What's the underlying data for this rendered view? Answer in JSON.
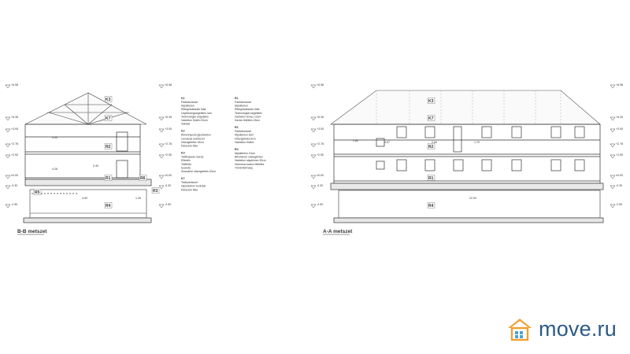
{
  "sections": {
    "bb": {
      "title": "B-B metszet",
      "levels": [
        "+6.58",
        "+5.35",
        "+3.05",
        "+2.78",
        "+2.50",
        "±0.00",
        "-0.30",
        "-2.50"
      ],
      "rooms": [
        "K3",
        "K7",
        "R2",
        "R1",
        "R3",
        "R4",
        "R5",
        "R6"
      ],
      "dims": [
        "4.00",
        "4.50",
        "1.30",
        "2.40",
        "4.28"
      ]
    },
    "aa": {
      "title": "A-A metszet",
      "levels": [
        "+6.58",
        "+5.35",
        "+3.05",
        "+2.78",
        "+2.50",
        "±0.00",
        "-0.30",
        "-2.50"
      ],
      "rooms": [
        "K3",
        "K7",
        "R2",
        "R1",
        "R4"
      ],
      "dims": [
        "2.80",
        "4.07",
        "2.60",
        "1.70",
        "22.00"
      ]
    }
  },
  "legend": {
    "col1": [
      {
        "title": "K1",
        "lines": [
          "Padlóburkolat",
          "Aljzatbeton",
          "Rétegelválasztó fólia",
          "Lépéshangszigetelés 4cm",
          "Technológiai szigetelés",
          "Vasbeton födém 20cm",
          "Vakolat"
        ]
      },
      {
        "title": "K2",
        "lines": [
          "Álmennyezet gipszkarton",
          "Lécvázas szerkezet",
          "Hőszigetelés 15cm",
          "Párazáró fólia"
        ]
      },
      {
        "title": "K3",
        "lines": [
          "Tetőhéjazat cserép",
          "Ellenléc",
          "Tetőfólia",
          "Szarufa",
          "Szaruközi hőszigetelés 20cm"
        ]
      },
      {
        "title": "K7",
        "lines": [
          "Tetőszerkezet",
          "Gipszkarton burkolat",
          "Párazáró fólia"
        ]
      }
    ],
    "col2": [
      {
        "title": "R1",
        "lines": [
          "Padlóburkolat",
          "Aljzatbeton",
          "Rétegelválasztó fólia",
          "Technológiai szigetelés",
          "Vasbeton lemez 12cm",
          "Kavics feltöltés 15cm"
        ]
      },
      {
        "title": "R2",
        "lines": [
          "Padlóburkolat",
          "Aljzatbeton 6cm",
          "Hőszigetelés 6cm",
          "Vasbeton födém"
        ]
      },
      {
        "title": "R4",
        "lines": [
          "Aljzatbeton 10cm",
          "Bitumenes vastaglemez",
          "Vasbeton alaplemez 30cm",
          "Homokos kavics feltöltés",
          "Tömörített talaj"
        ]
      }
    ]
  },
  "watermark": {
    "text": "move.ru",
    "color": "#2c5a86",
    "accent": "#f0a030"
  }
}
